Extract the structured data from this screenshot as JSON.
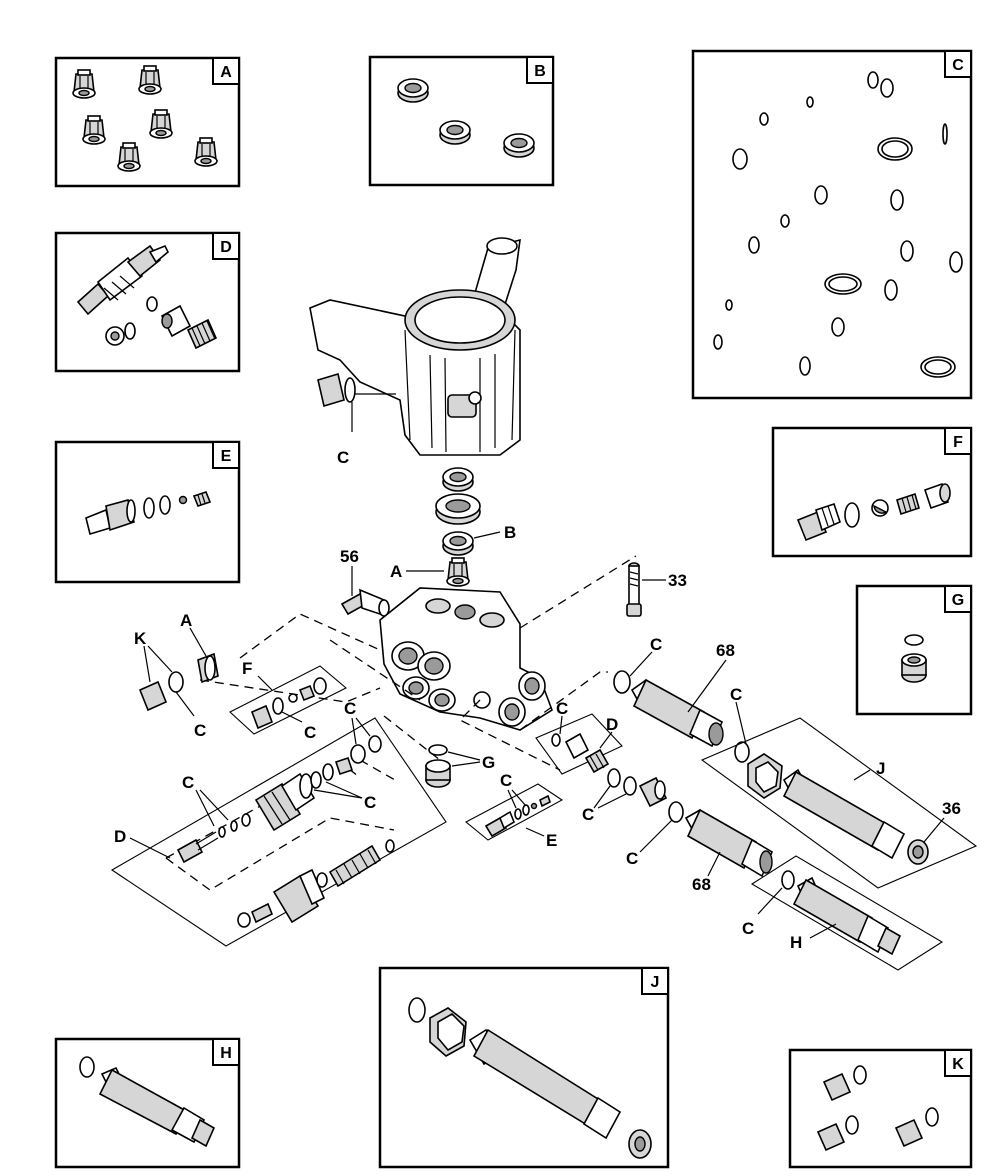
{
  "panels": {
    "a": "A",
    "b": "B",
    "c": "C",
    "d": "D",
    "e": "E",
    "f": "F",
    "g": "G",
    "h": "H",
    "j": "J",
    "k": "K"
  },
  "callouts": {
    "c_housing": "C",
    "b_main": "B",
    "a_main": "A",
    "p56": "56",
    "p33": "33",
    "a_left": "A",
    "k_left": "K",
    "c_k": "C",
    "f_kit": "F",
    "c_f": "C",
    "c_dkit_top": "C",
    "c_dkit_left": "C",
    "c_dkit_mid": "C",
    "d_kit": "D",
    "g_main": "G",
    "c_e": "C",
    "e_kit": "E",
    "c_dsmall": "C",
    "d_small": "D",
    "c_68top": "C",
    "p68_top": "68",
    "c_jkit": "C",
    "j_kit": "J",
    "p36": "36",
    "c_mid": "C",
    "c_68bot": "C",
    "p68_bot": "68",
    "c_hkit": "C",
    "h_kit": "H"
  },
  "colors": {
    "line": "#000000",
    "fill_light": "#d6d6d6",
    "fill_dark": "#9a9a9a",
    "background": "#ffffff"
  }
}
